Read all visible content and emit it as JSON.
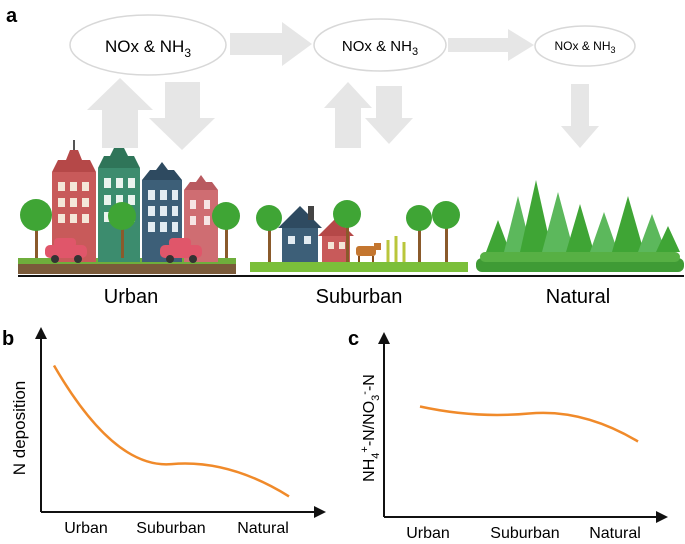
{
  "panel_a": {
    "label": "a",
    "clouds": [
      {
        "base": "NOx & NH",
        "sub": "3"
      },
      {
        "base": "NOx & NH",
        "sub": "3"
      },
      {
        "base": "NOx & NH",
        "sub": "3"
      }
    ],
    "zones": [
      "Urban",
      "Suburban",
      "Natural"
    ]
  },
  "panel_b": {
    "label": "b",
    "ylabel": "N deposition",
    "xticks": [
      "Urban",
      "Suburban",
      "Natural"
    ]
  },
  "panel_c": {
    "label": "c",
    "ylabel": {
      "p1": "NH",
      "sub1": "4",
      "sup1": "+",
      "p2": "-N/NO",
      "sub2": "3",
      "sup2": "-",
      "p3": "-N"
    },
    "xticks": [
      "Urban",
      "Suburban",
      "Natural"
    ]
  },
  "colors": {
    "arrow": "#e6e6e6",
    "curve": "#f08a2a",
    "axis": "#111111",
    "tree": "#3fa535",
    "grass": "#7bbf3a"
  },
  "chart_data": [
    {
      "type": "line",
      "title": "",
      "xlabel": "",
      "ylabel": "N deposition",
      "categories": [
        "Urban",
        "Suburban",
        "Natural"
      ],
      "series": [
        {
          "values": [
            0.85,
            0.27,
            0.08
          ]
        }
      ]
    },
    {
      "type": "line",
      "title": "",
      "xlabel": "",
      "ylabel": "NH4+-N/NO3--N",
      "categories": [
        "Urban",
        "Suburban",
        "Natural"
      ],
      "series": [
        {
          "values": [
            0.62,
            0.58,
            0.42
          ]
        }
      ]
    }
  ]
}
